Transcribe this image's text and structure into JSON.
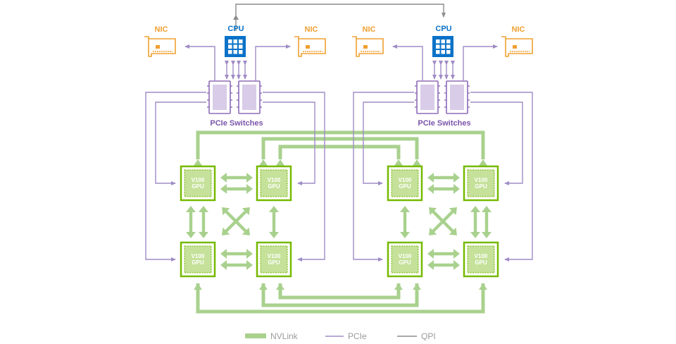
{
  "colors": {
    "nvlink": "#a9d18e",
    "nvlink_dark": "#76b900",
    "gpu_fill": "#c5e19a",
    "pcie": "#a08cc6",
    "switch_fill": "#d9cce8",
    "switch_stroke": "#8e6bb8",
    "qpi": "#8c8c8c",
    "cpu": "#0a72c8",
    "nic": "#f0a030"
  },
  "labels": {
    "nic": "NIC",
    "cpu": "CPU",
    "pcie_switches": "PCIe Switches",
    "gpu_line1": "V100",
    "gpu_line2": "GPU"
  },
  "legend": {
    "nvlink": "NVLink",
    "pcie": "PCIe",
    "qpi": "QPI"
  }
}
